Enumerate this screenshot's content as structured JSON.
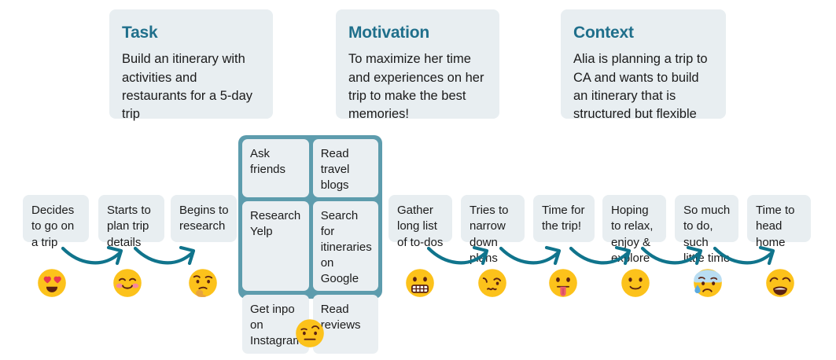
{
  "info_cards": [
    {
      "name": "task",
      "title": "Task",
      "body": "Build an itinerary with activities and restaurants for a 5-day trip"
    },
    {
      "name": "motivation",
      "title": "Motivation",
      "body": "To maximize her time and experiences on her trip to make the best memories!"
    },
    {
      "name": "context",
      "title": "Context",
      "body": "Alia is planning a trip to CA and wants to build an itinerary that is structured but flexible"
    }
  ],
  "journey": {
    "left_steps": [
      {
        "label": "Decides to go on a trip"
      },
      {
        "label": "Starts to plan trip details"
      },
      {
        "label": "Begins to research"
      }
    ],
    "right_steps": [
      {
        "label": "Gather long list of to-dos"
      },
      {
        "label": "Tries to narrow down plans"
      },
      {
        "label": "Time for the trip!"
      },
      {
        "label": "Hoping to relax, enjoy & explore"
      },
      {
        "label": "So much to do, such little time"
      },
      {
        "label": "Time to head home"
      }
    ]
  },
  "research_group": {
    "cells": [
      {
        "label": "Ask friends"
      },
      {
        "label": "Read travel blogs"
      },
      {
        "label": "Research Yelp"
      },
      {
        "label": "Search for itineraries on Google"
      },
      {
        "label": "Get inpo on Instagram"
      },
      {
        "label": "Read reviews"
      }
    ]
  },
  "emotions": [
    {
      "icon": "smiling-face-with-heart-eyes-emoji"
    },
    {
      "icon": "smiling-face-with-smiling-eyes-blush-emoji"
    },
    {
      "icon": "thinking-face-emoji"
    },
    {
      "icon": "face-with-raised-eyebrow-emoji"
    },
    {
      "icon": "grimacing-face-emoji"
    },
    {
      "icon": "woozy-face-emoji"
    },
    {
      "icon": "face-with-tongue-emoji"
    },
    {
      "icon": "slightly-smiling-face-emoji"
    },
    {
      "icon": "anxious-face-with-sweat-emoji"
    },
    {
      "icon": "weary-tired-face-emoji"
    }
  ],
  "colors": {
    "card_background": "#e8eef1",
    "heading_teal": "#1f6f8b",
    "group_panel_teal": "#5d9cad",
    "arrow_teal": "#10748c",
    "emoji_yellow": "#fcc21b",
    "text": "#1b1b1b"
  },
  "arrows": {
    "count": 7,
    "icon": "curved-arrow-right-icon"
  }
}
